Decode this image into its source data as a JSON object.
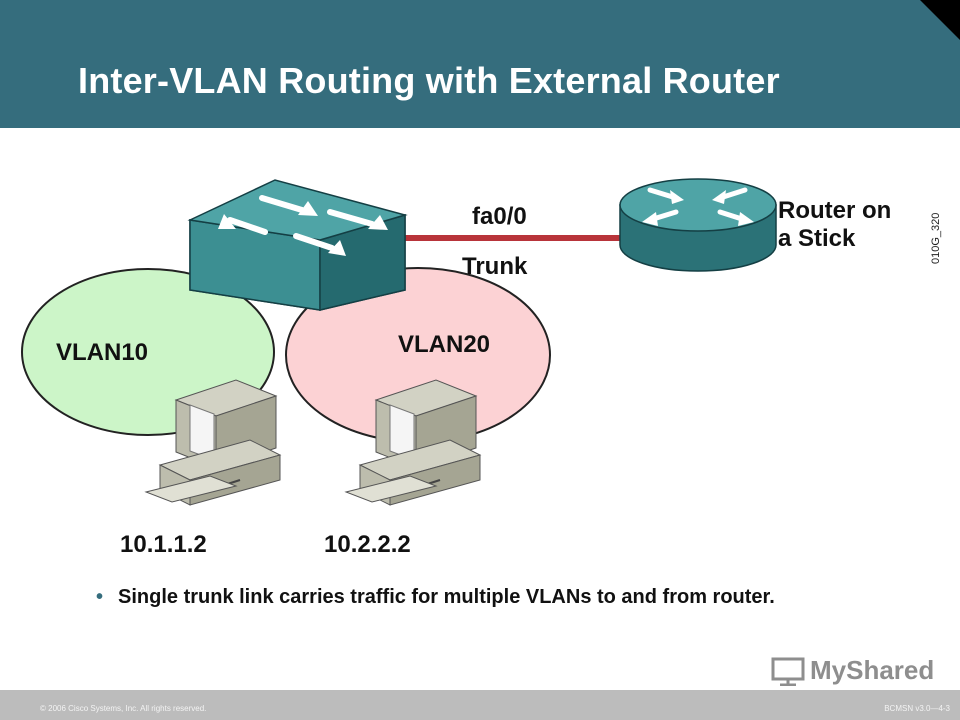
{
  "slide": {
    "title": "Inter-VLAN Routing with External Router",
    "bullet": "Single trunk link carries traffic for multiple VLANs to and from router.",
    "figure_id": "010G_320"
  },
  "diagram": {
    "vlan10": {
      "label": "VLAN10",
      "color": "#ccf5c8",
      "host_ip": "10.1.1.2"
    },
    "vlan20": {
      "label": "VLAN20",
      "color": "#fcd2d4",
      "host_ip": "10.2.2.2"
    },
    "link": {
      "interface": "fa0/0",
      "type": "Trunk",
      "color": "#b8343a"
    },
    "router": {
      "label_line1": "Router on",
      "label_line2": "a Stick"
    },
    "icons": [
      "switch-icon",
      "router-icon",
      "computer-icon"
    ]
  },
  "footer": {
    "copyright": "© 2006 Cisco Systems, Inc. All rights reserved.",
    "course": "BCMSN v3.0—4-3"
  },
  "watermark": {
    "text": "MyShared"
  },
  "colors": {
    "header": "#356d7d",
    "device": "#3c8f92",
    "footer": "#bcbcbc"
  }
}
